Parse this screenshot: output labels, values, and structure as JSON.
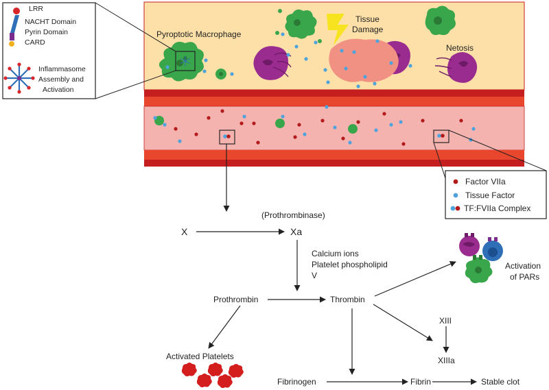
{
  "legend_top": {
    "items": [
      {
        "label": "LRR",
        "color": "#d7262c"
      },
      {
        "label": "NACHT Domain",
        "color": "#2e6fb7"
      },
      {
        "label": "Pyrin Domain",
        "color": "#7a2c8f"
      },
      {
        "label": "CARD",
        "color": "#f2b01e"
      }
    ],
    "assembly": [
      "Inflammasome",
      "Assembly and",
      "Activation"
    ]
  },
  "tissue": {
    "pyroptotic_label": "Pyroptotic Macrophage",
    "damage_label": [
      "Tissue",
      "Damage"
    ],
    "netosis_label": "Netosis"
  },
  "legend_bottom": {
    "items": [
      {
        "label": "Factor VIIa",
        "color": "#b31b1b"
      },
      {
        "label": "Tissue Factor",
        "color": "#4fa3dc"
      },
      {
        "label": "TF:FVIIa Complex",
        "color": "#b31b1b"
      }
    ]
  },
  "pathway": {
    "x": "X",
    "xa": "Xa",
    "prothrombinase": "(Prothrombinase)",
    "cofactors": [
      "Calcium ions",
      "Platelet phospholipid",
      "V"
    ],
    "prothrombin": "Prothrombin",
    "thrombin": "Thrombin",
    "activated_platelets": "Activated Platelets",
    "fibrinogen": "Fibrinogen",
    "fibrin": "Fibrin",
    "stable_clot": "Stable clot",
    "xiii": "XIII",
    "xiiia": "XIIIa",
    "pars": [
      "Activation",
      "of PARs"
    ]
  },
  "colors": {
    "tissue_bg": "#fde0a8",
    "vessel_wall": "#c41e1e",
    "vessel_wall_light": "#e8472e",
    "lumen": "#f5b3b0",
    "macrophage": "#3aa64b",
    "neutrophil": "#9b2c8f",
    "damage": "#f19184",
    "bolt": "#f7e320",
    "factor_viia": "#b31b1b",
    "tissue_factor": "#4fa3dc",
    "platelet": "#d41d1d"
  }
}
